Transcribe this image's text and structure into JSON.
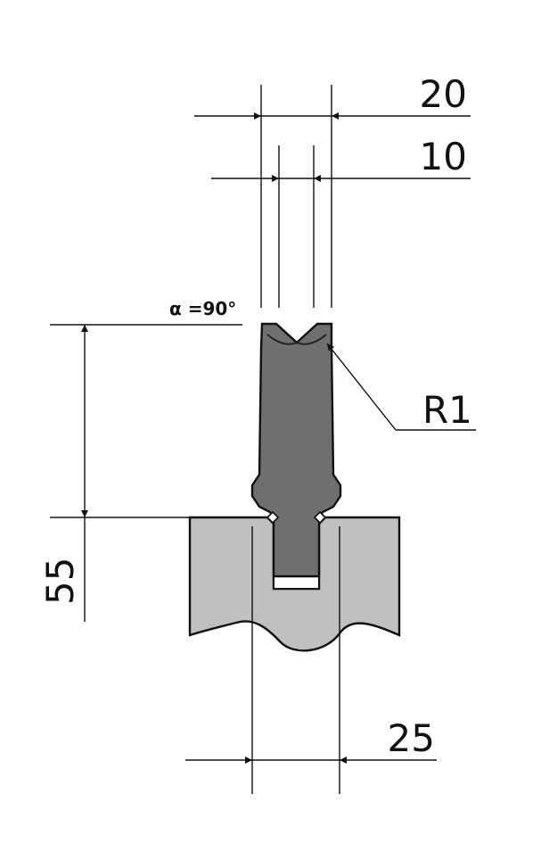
{
  "drawing": {
    "dimensions": {
      "top_width": "20",
      "groove_width": "10",
      "angle": "α =90°",
      "radius": "R1",
      "height": "55",
      "tang_width": "25"
    },
    "colors": {
      "punch_fill": "#6f6f6f",
      "holder_fill": "#c0c0c0",
      "line": "#111111",
      "background": "#ffffff"
    }
  }
}
